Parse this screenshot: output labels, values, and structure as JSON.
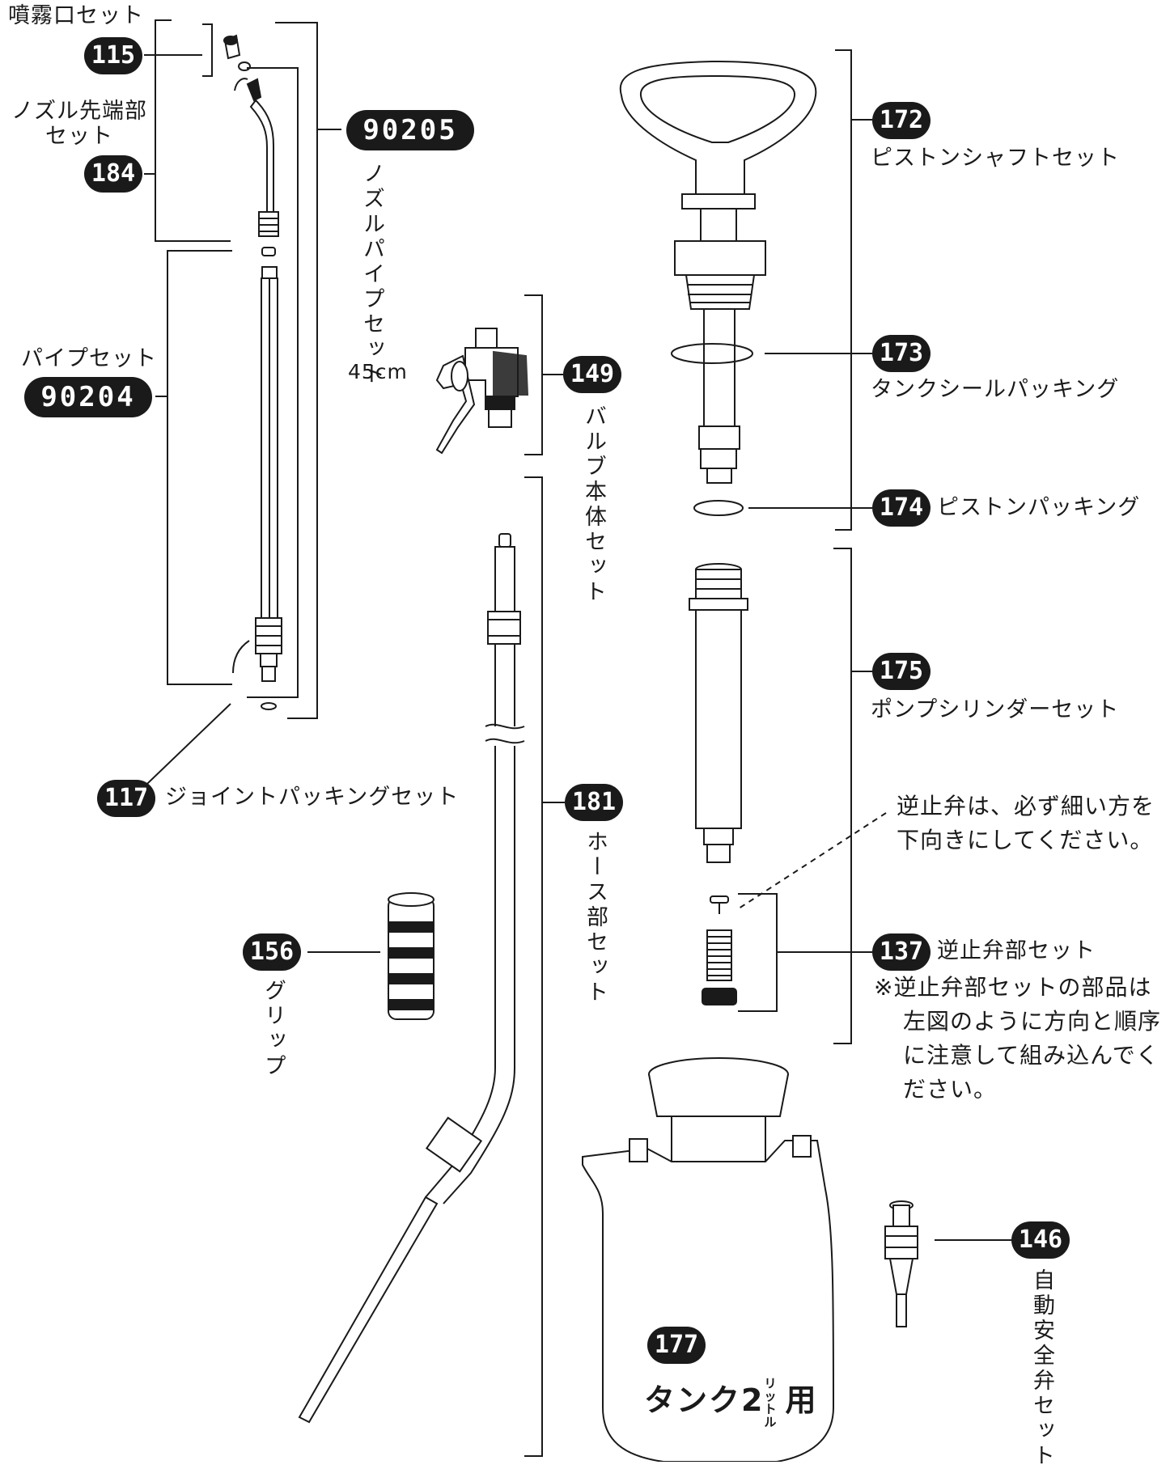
{
  "parts": [
    {
      "id": "115",
      "label": "噴霧口セット"
    },
    {
      "id": "184",
      "label": "ノズル先端部セット",
      "label_lines": [
        "ノズル先端部",
        "セット"
      ]
    },
    {
      "id": "90205",
      "label": "ノズルパイプセット",
      "size": "45cm"
    },
    {
      "id": "90204",
      "label": "パイプセット"
    },
    {
      "id": "117",
      "label": "ジョイントパッキングセット"
    },
    {
      "id": "149",
      "label": "バルブ本体セット"
    },
    {
      "id": "181",
      "label": "ホース部セット"
    },
    {
      "id": "156",
      "label": "グリップ"
    },
    {
      "id": "172",
      "label": "ピストンシャフトセット"
    },
    {
      "id": "173",
      "label": "タンクシールパッキング"
    },
    {
      "id": "174",
      "label": "ピストンパッキング"
    },
    {
      "id": "175",
      "label": "ポンプシリンダーセット"
    },
    {
      "id": "137",
      "label": "逆止弁部セット"
    },
    {
      "id": "146",
      "label": "自動安全弁セット"
    },
    {
      "id": "177",
      "label": "タンク2リットル用",
      "tank_text": "タンク2",
      "unit_small": "リットル",
      "suffix": "用"
    }
  ],
  "notes": {
    "check_valve_direction": [
      "逆止弁は、必ず細い方を",
      "下向きにしてください。"
    ],
    "check_valve_order": [
      "※逆止弁部セットの部品は",
      "左図のように方向と順序",
      "に注意して組み込んでく",
      "ださい。"
    ]
  }
}
